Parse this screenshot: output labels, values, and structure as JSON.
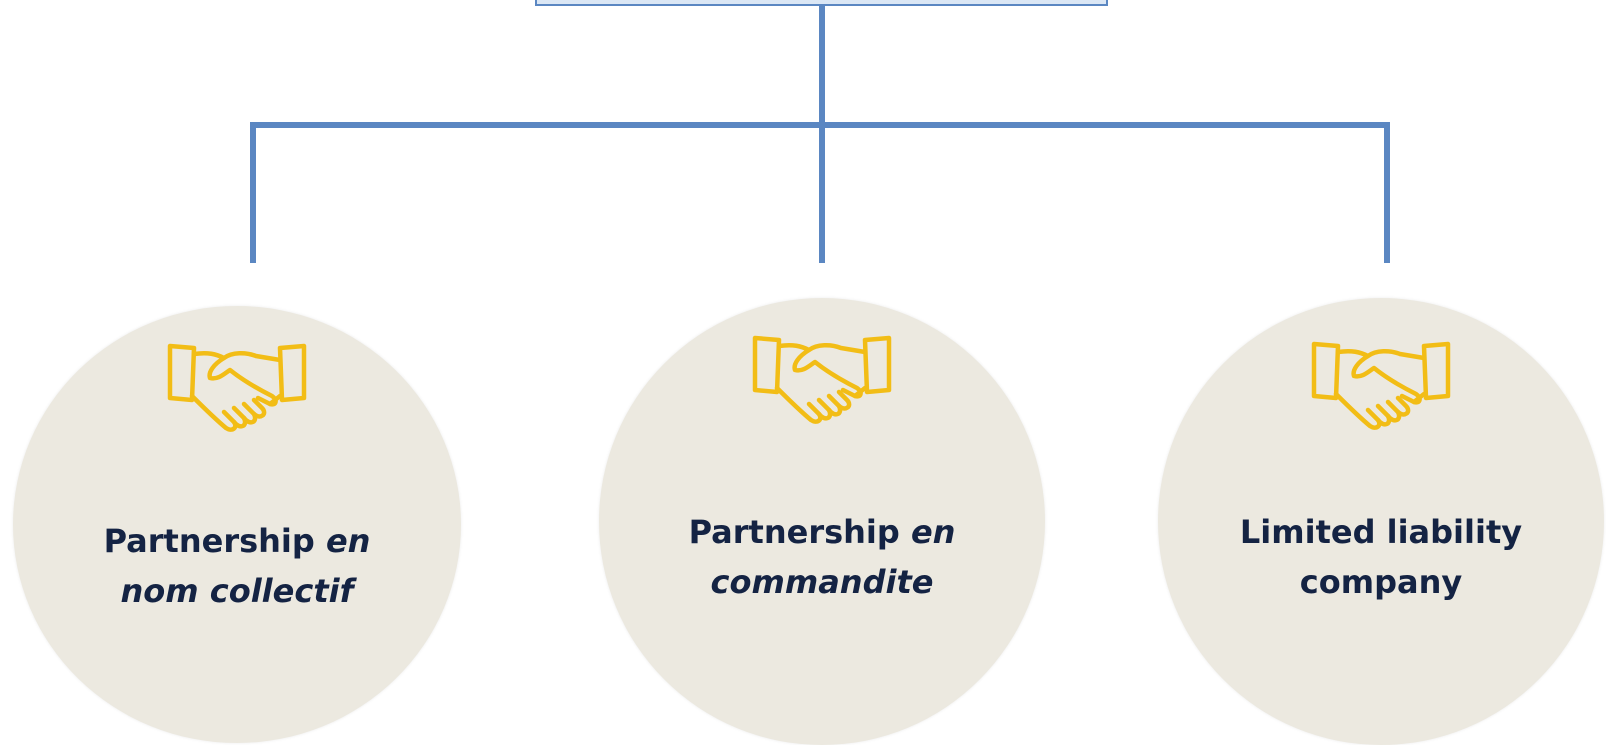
{
  "colors": {
    "connector": "#5b87c2",
    "circle_fill": "#ece9e0",
    "icon": "#f2bd16",
    "text": "#142343"
  },
  "nodes": [
    {
      "icon": "handshake-icon",
      "label_regular_1": "Partnership ",
      "label_italic_1": "en",
      "label_italic_2": "nom collectif"
    },
    {
      "icon": "handshake-icon",
      "label_regular_1": "Partnership ",
      "label_italic_1": "en",
      "label_italic_2": "commandite"
    },
    {
      "icon": "handshake-icon",
      "label_line_1": "Limited liability",
      "label_line_2": "company"
    }
  ]
}
